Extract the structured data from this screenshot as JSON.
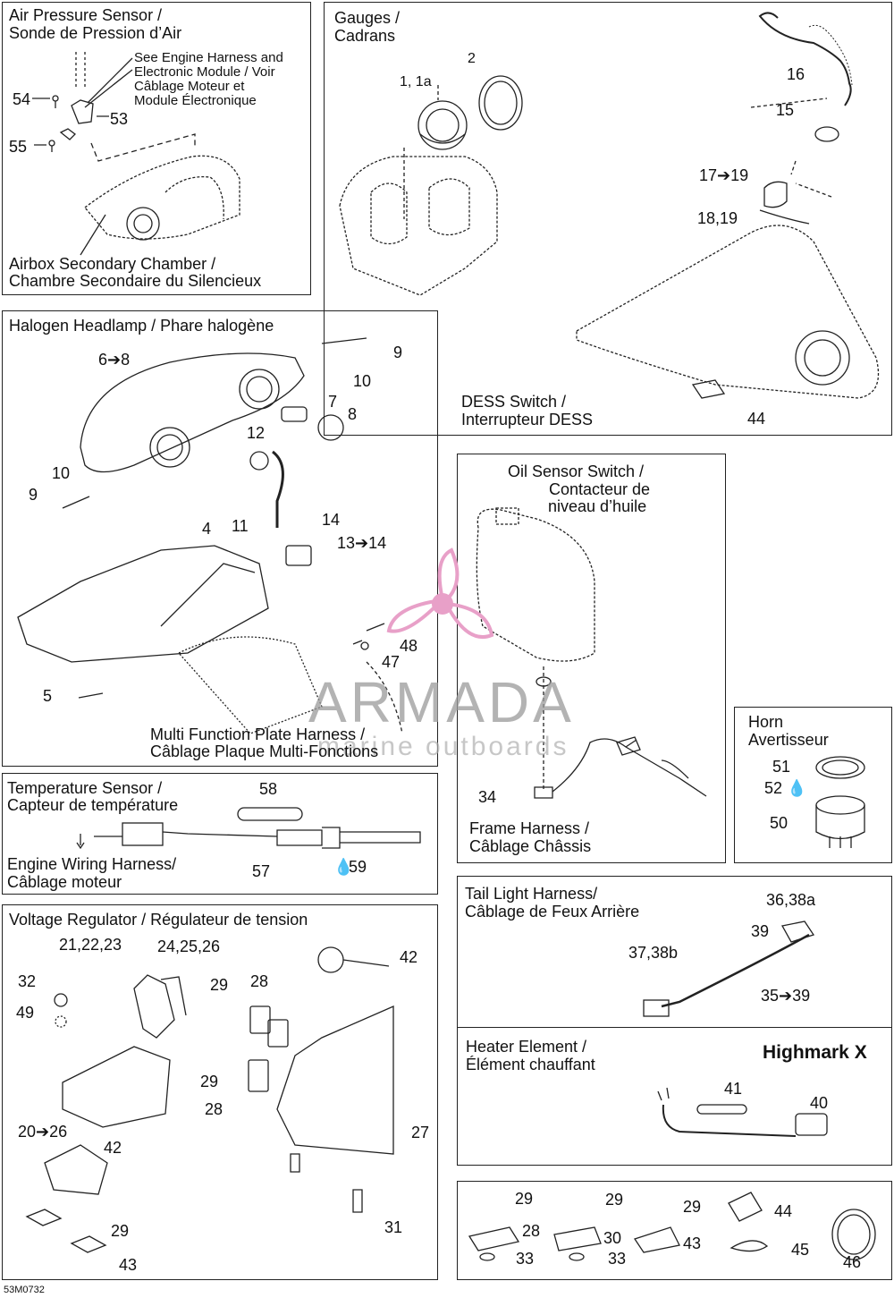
{
  "sections": {
    "air_pressure": {
      "title_en": "Air Pressure Sensor /",
      "title_fr": "Sonde de Pression d’Air",
      "note": "See Engine Harness and\nElectronic Module / Voir\nCâblage Moteur et\nModule Électronique",
      "caption_en": "Airbox Secondary Chamber /",
      "caption_fr": "Chambre Secondaire du Silencieux"
    },
    "gauges": {
      "title_en": "Gauges /",
      "title_fr": "Cadrans"
    },
    "dess": {
      "title_en": "DESS Switch /",
      "title_fr": "Interrupteur DESS"
    },
    "headlamp": {
      "title": "Halogen Headlamp / Phare halogène",
      "caption_en": "Multi Function Plate Harness /",
      "caption_fr": "Câblage Plaque Multi-Fonctions"
    },
    "oil": {
      "title_en": "Oil Sensor Switch /",
      "title_fr1": "Contacteur de",
      "title_fr2": "niveau d’huile",
      "caption_en": "Frame Harness /",
      "caption_fr": "Câblage Châssis"
    },
    "horn": {
      "title_en": "Horn",
      "title_fr": "Avertisseur"
    },
    "temp": {
      "title_en": "Temperature Sensor /",
      "title_fr": "Capteur de température",
      "caption_en": "Engine Wiring Harness/",
      "caption_fr": "Câblage moteur"
    },
    "tail": {
      "title_en": "Tail Light Harness/",
      "title_fr": "Câblage de Feux Arrière"
    },
    "voltage": {
      "title": "Voltage Regulator / Régulateur de tension"
    },
    "heater": {
      "title_en": "Heater Element /",
      "title_fr": "Élément chauffant",
      "model": "Highmark X"
    }
  },
  "callouts": {
    "c54": "54",
    "c53": "53",
    "c55": "55",
    "c1": "1, 1a",
    "c2": "2",
    "c16": "16",
    "c15": "15",
    "c17": "17➔19",
    "c18": "18,19",
    "c44a": "44",
    "c9a": "9",
    "c10a": "10",
    "c6": "6➔8",
    "c7": "7",
    "c8": "8",
    "c12": "12",
    "c10b": "10",
    "c9b": "9",
    "c11": "11",
    "c14": "14",
    "c13": "13➔14",
    "c4": "4",
    "c48": "48",
    "c47": "47",
    "c5": "5",
    "c34": "34",
    "c51": "51",
    "c52": "52",
    "c50": "50",
    "c58": "58",
    "c57": "57",
    "c59": "59",
    "c3638": "36,38a",
    "c39": "39",
    "c3738": "37,38b",
    "c3539": "35➔39",
    "c41": "41",
    "c40": "40",
    "c42a": "42",
    "c212223": "21,22,23",
    "c242526": "24,25,26",
    "c32": "32",
    "c49": "49",
    "c29a": "29",
    "c28a": "28",
    "c29b": "29",
    "c28b": "28",
    "c2026": "20➔26",
    "c42b": "42",
    "c27": "27",
    "c29c": "29",
    "c43a": "43",
    "c31": "31",
    "c29d": "29",
    "c28c": "28",
    "c33a": "33",
    "c29e": "29",
    "c30": "30",
    "c33b": "33",
    "c29f": "29",
    "c43b": "43",
    "c44b": "44",
    "c45": "45",
    "c46": "46"
  },
  "watermark": {
    "brand": "ARMADA",
    "tagline": "marine outboards",
    "accent_color": "#e8a0c8"
  },
  "figure_code": "53M0732"
}
